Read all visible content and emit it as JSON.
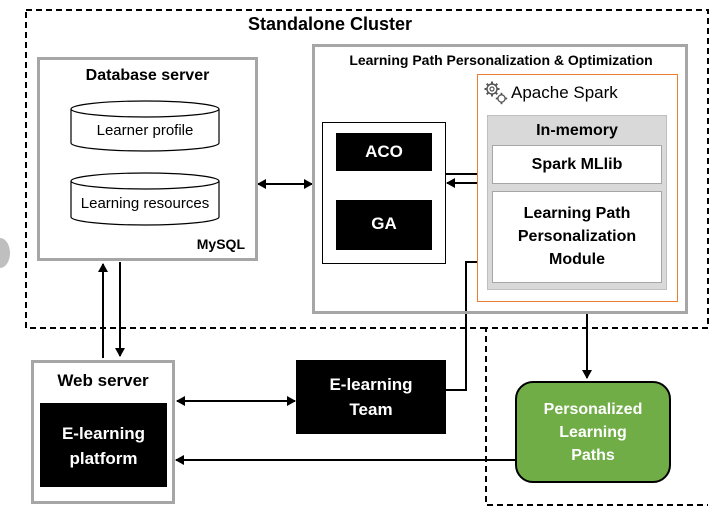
{
  "cluster": {
    "title": "Standalone Cluster"
  },
  "db_server": {
    "title": "Database server",
    "cylinders": [
      "Learner profile",
      "Learning resources"
    ],
    "engine": "MySQL"
  },
  "lpp": {
    "title": "Learning Path Personalization & Optimization",
    "algorithms": [
      "ACO",
      "GA"
    ],
    "spark": {
      "title": "Apache Spark",
      "icon": "gears-icon",
      "inmemory": "In-memory",
      "mllib": "Spark MLlib",
      "module": [
        "Learning Path",
        "Personalization",
        "Module"
      ]
    }
  },
  "web_server": {
    "title": "Web server",
    "platform": [
      "E-learning",
      "platform"
    ]
  },
  "team": [
    "E-learning",
    "Team"
  ],
  "paths": [
    "Personalized",
    "Learning",
    "Paths"
  ],
  "colors": {
    "paths_fill": "#70ad47",
    "spark_border": "#ed7d31",
    "inmemory_fill": "#d9d9d9",
    "box_border": "#a6a6a6"
  }
}
